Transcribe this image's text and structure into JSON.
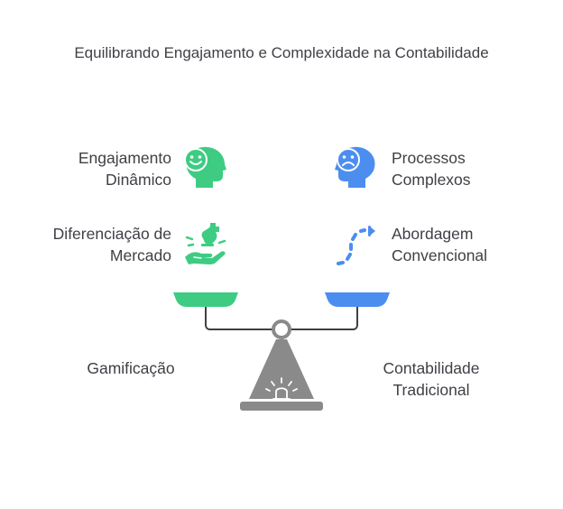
{
  "title": "Equilibrando Engajamento e Complexidade na Contabilidade",
  "left_side": {
    "items": [
      {
        "line1": "Engajamento",
        "line2": "Dinâmico",
        "icon": "happy-head-icon"
      },
      {
        "line1": "Diferenciação de",
        "line2": "Mercado",
        "icon": "hand-chess-piece-icon"
      }
    ],
    "base_label": "Gamificação",
    "color": "#3dcc82"
  },
  "right_side": {
    "items": [
      {
        "line1": "Processos",
        "line2": "Complexos",
        "icon": "sad-head-icon"
      },
      {
        "line1": "Abordagem",
        "line2": "Convencional",
        "icon": "dotted-path-icon"
      }
    ],
    "base_label": "Contabilidade",
    "base_label_line2": "Tradicional",
    "color": "#4b8ef0"
  },
  "scale": {
    "color": "#8a8a8a",
    "icon": "balance-scale-icon"
  }
}
